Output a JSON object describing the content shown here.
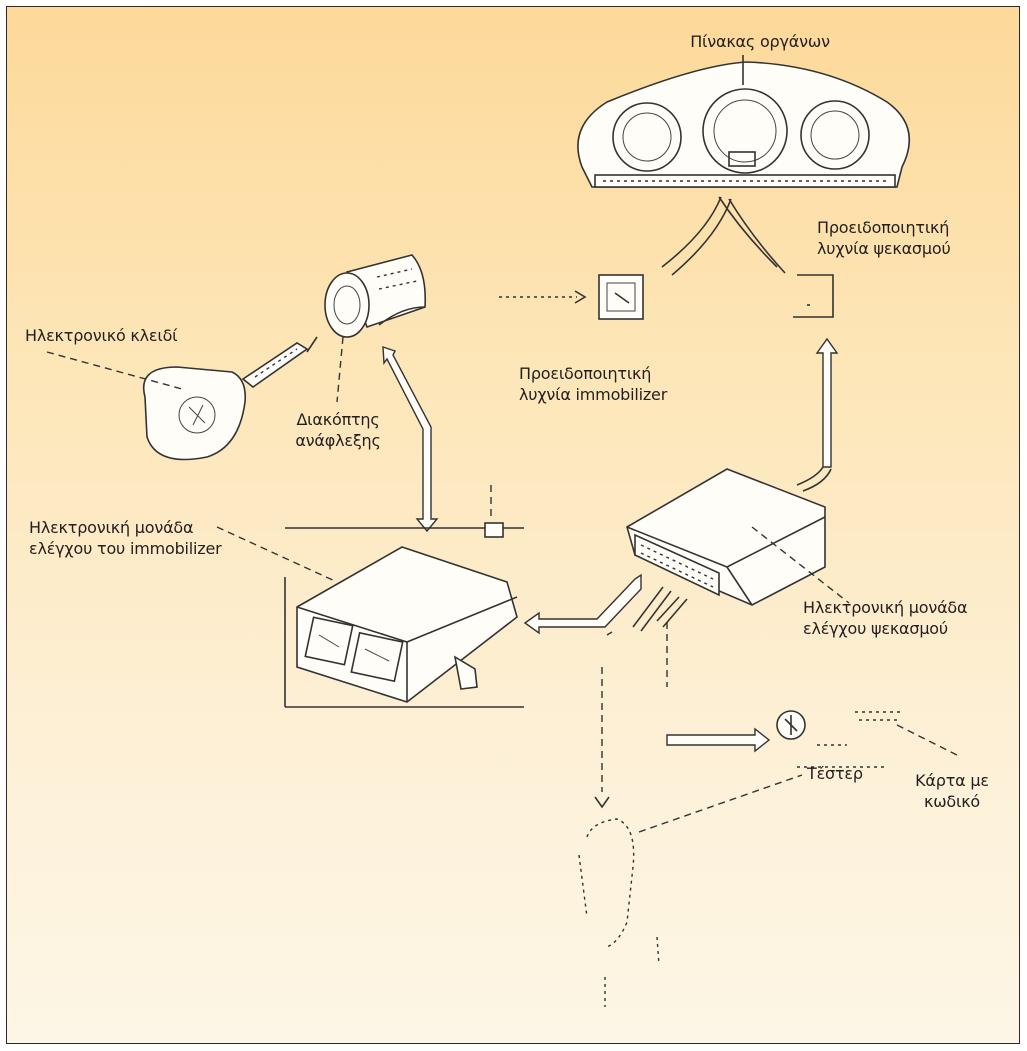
{
  "labels": {
    "instrument_panel": "Πίνακας οργάνων",
    "injection_warning_light": [
      "Προειδοποιητική",
      "λυχνία ψεκασμού"
    ],
    "electronic_key": "Ηλεκτρονικό κλειδί",
    "immobilizer_warning_light": [
      "Προειδοποιητική",
      "λυχνία immobilizer"
    ],
    "ignition_switch": [
      "Διακόπτης",
      "ανάφλεξης"
    ],
    "immobilizer_ecu": [
      "Ηλεκτρονική μονάδα",
      "ελέγχου του immobilizer"
    ],
    "injection_ecu": [
      "Ηλεκτρονική μονάδα",
      "ελέγχου ψεκασμού"
    ],
    "code_card": [
      "Κάρτα με",
      "κωδικό"
    ],
    "tester": "Τέστερ"
  },
  "colors": {
    "background_top": "#fdd99a",
    "background_bottom": "#fdf6e6",
    "line": "#333333"
  }
}
